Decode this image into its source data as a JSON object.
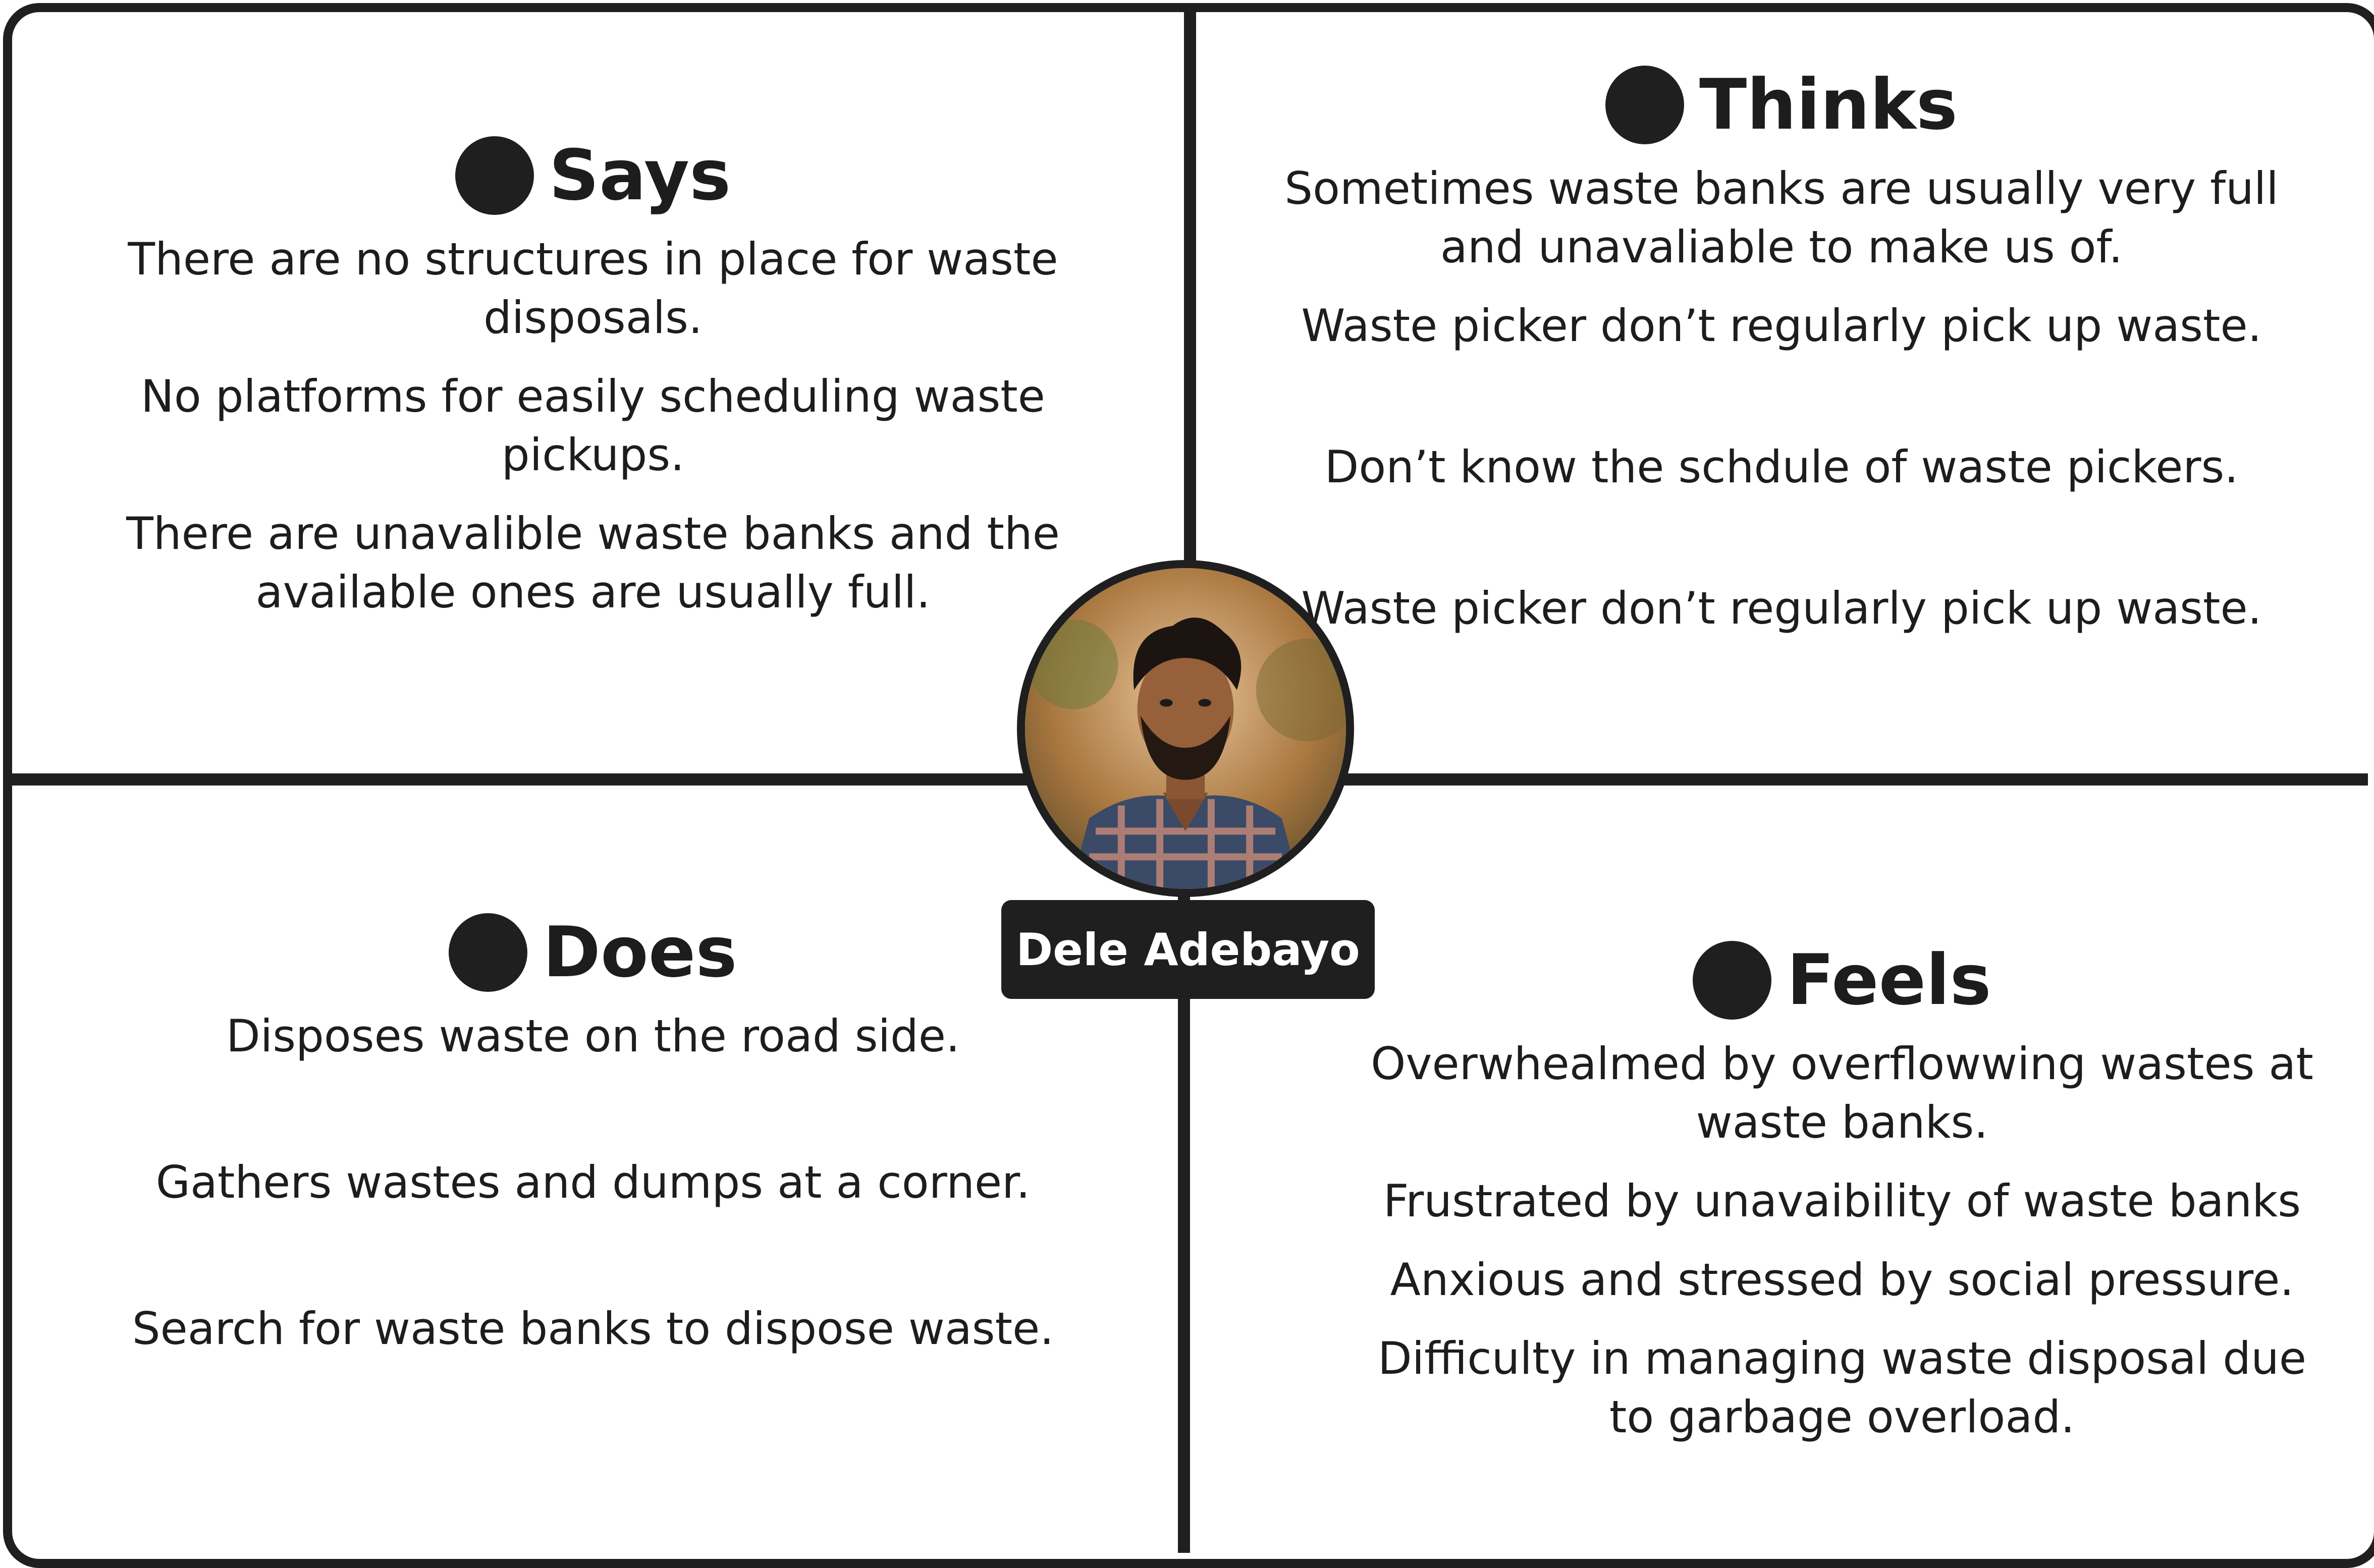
{
  "person": {
    "name": "Dele Adebayo"
  },
  "says": {
    "title": "Says",
    "items": [
      "There are no structures in place for waste disposals.",
      "No platforms for easily scheduling waste pickups.",
      "There are unavalible waste banks and the available ones are usually full."
    ]
  },
  "thinks": {
    "title": "Thinks",
    "items": [
      "Sometimes waste banks are usually very full and unavaliable to make us of.",
      "Waste picker don’t regularly pick up waste.",
      "Don’t know the schdule of waste pickers.",
      "Waste picker don’t regularly pick up waste."
    ]
  },
  "does": {
    "title": "Does",
    "items": [
      "Disposes waste on the road side.",
      "Gathers wastes and dumps at a corner.",
      "Search for waste banks to dispose waste."
    ]
  },
  "feels": {
    "title": "Feels",
    "items": [
      "Overwhealmed by overflowwing wastes at waste banks.",
      "Frustrated by unavaibility of waste banks",
      "Anxious and stressed by social pressure.",
      "Difficulty in managing waste disposal due to garbage overload."
    ]
  }
}
